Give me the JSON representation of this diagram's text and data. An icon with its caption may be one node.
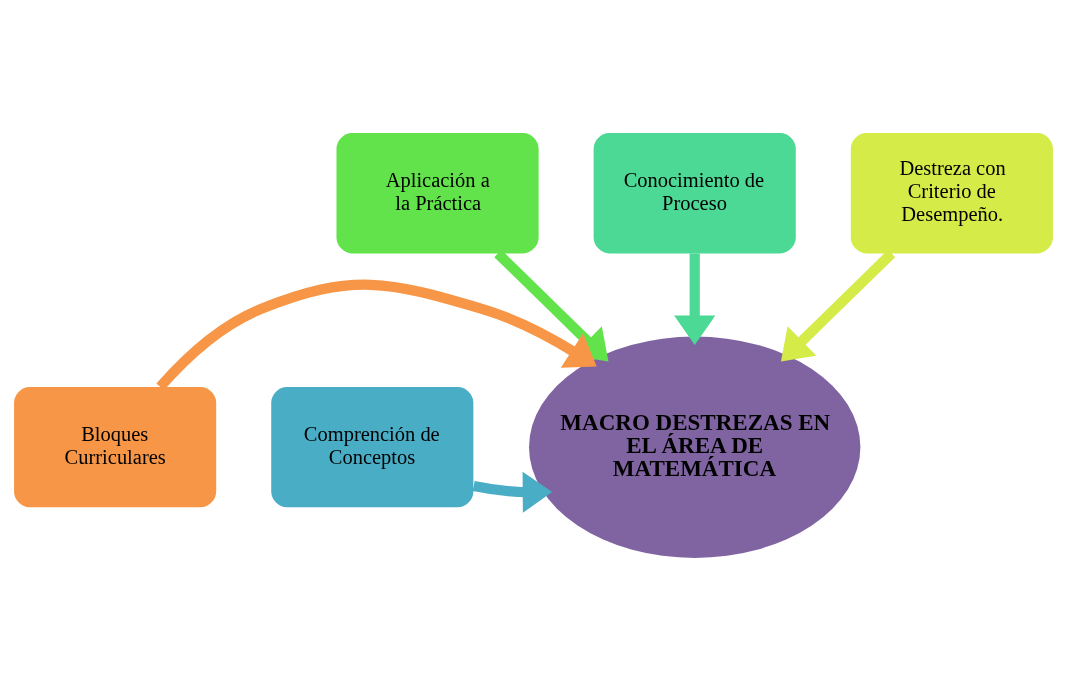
{
  "diagram": {
    "nodes": [
      {
        "text": [
          "Aplicación a la Práctica"
        ]
      },
      {
        "text": [
          "Conocimiento de Proceso"
        ]
      },
      {
        "text": [
          "Destreza con Criterio de Desempeño."
        ]
      },
      {
        "text": [
          "Comprención de Conceptos"
        ]
      },
      {
        "text": [
          "MACRO DESTREZAS EN EL ÁREA DE MATEMÁTICA"
        ]
      },
      {
        "text": [
          "Bloques Curriculares"
        ]
      }
    ],
    "edges": [
      {
        "from": 0,
        "to": 4,
        "arrow": "to",
        "color": "#62e34b"
      },
      {
        "from": 1,
        "to": 4,
        "arrow": "to",
        "color": "#4cd895"
      },
      {
        "from": 2,
        "to": 4,
        "arrow": "to",
        "color": "#d4eb48"
      },
      {
        "from": 3,
        "to": 4,
        "arrow": "to",
        "color": "#4aadc6"
      },
      {
        "from": 5,
        "to": 4,
        "arrow": "to",
        "color": "#f79646"
      }
    ]
  }
}
